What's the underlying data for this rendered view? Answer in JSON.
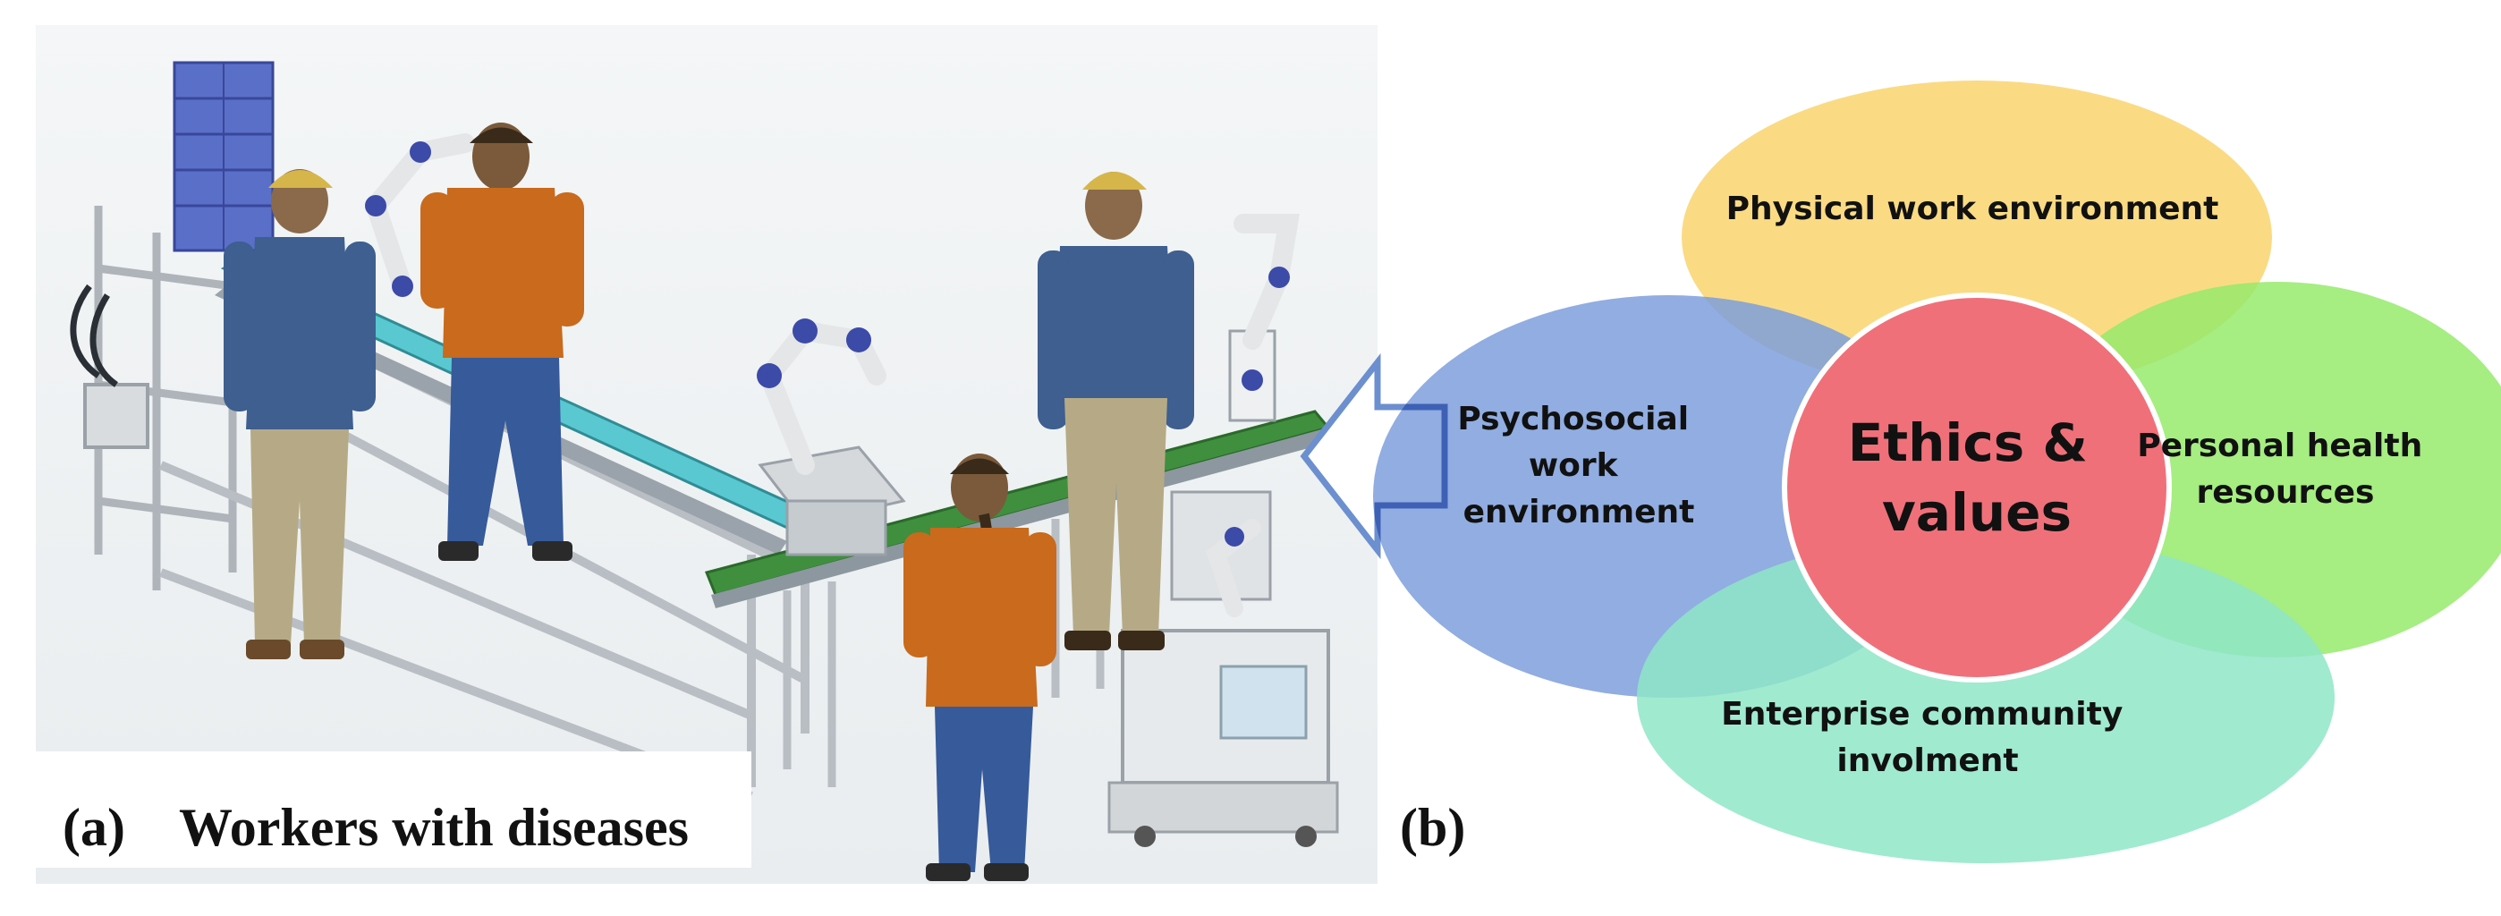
{
  "panel_a": {
    "label": "(a)",
    "caption": "Workers with diseases"
  },
  "panel_b": {
    "label": "(b)",
    "center": [
      "Ethics &",
      "values"
    ],
    "petals": {
      "top": [
        "Physical work environment"
      ],
      "left": [
        "Psychosocial",
        "work",
        "environment"
      ],
      "right": [
        "Personal health",
        "resources"
      ],
      "bottom": [
        "Enterprise community",
        "involment"
      ]
    }
  },
  "colors": {
    "top": "#f9d56e",
    "left": "#7e9fdc",
    "right": "#97ea6c",
    "bottom": "#8fe6c8",
    "center": "#f0707a",
    "arrow": "#6c8fcf",
    "conveyor_green": "#3f8f3f",
    "conveyor_cyan": "#5ac8d0",
    "jacket_orange": "#c96a1c",
    "shirt_blue": "#3e5f8f"
  }
}
